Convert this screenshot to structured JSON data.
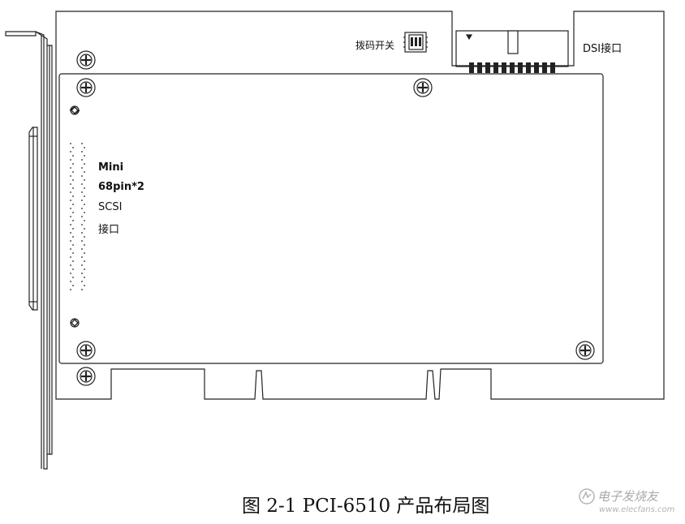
{
  "labels": {
    "dip_switch": "拨码开关",
    "dsi_port": "DSI接口",
    "connector_line1": "Mini",
    "connector_line2": "68pin*2",
    "connector_line3": "SCSI",
    "connector_line4": "接口"
  },
  "caption": "图  2-1    PCI-6510 产品布局图",
  "watermark": {
    "text": "电子发烧友",
    "url": "www.elecfans.com"
  },
  "colors": {
    "line": "#222222",
    "background": "#ffffff",
    "watermark": "#a9a9a9"
  },
  "icons": [
    "screw-hole-icon",
    "standoff-icon",
    "dip-switch-icon",
    "bracket-connector-icon",
    "watermark-logo-icon"
  ]
}
